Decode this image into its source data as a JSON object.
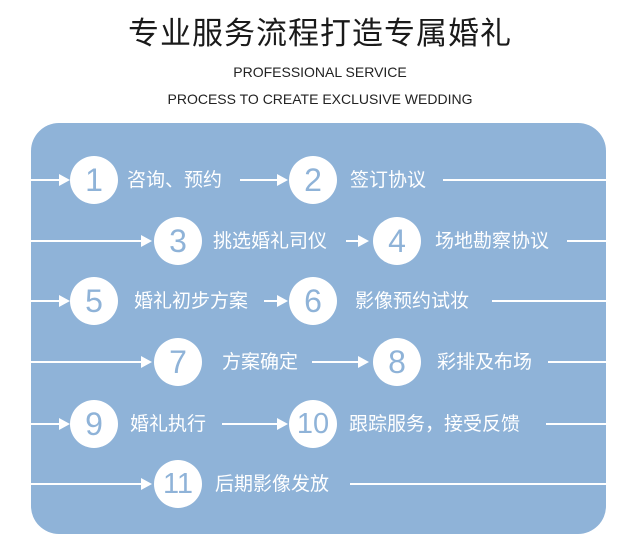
{
  "header": {
    "title": "专业服务流程打造专属婚礼",
    "subtitle_line1": "PROFESSIONAL SERVICE",
    "subtitle_line2": "PROCESS TO CREATE EXCLUSIVE WEDDING"
  },
  "steps": [
    {
      "number": "1",
      "label": "咨询、预约"
    },
    {
      "number": "2",
      "label": "签订协议"
    },
    {
      "number": "3",
      "label": "挑选婚礼司仪"
    },
    {
      "number": "4",
      "label": "场地勘察协议"
    },
    {
      "number": "5",
      "label": "婚礼初步方案"
    },
    {
      "number": "6",
      "label": "影像预约试妆"
    },
    {
      "number": "7",
      "label": "方案确定"
    },
    {
      "number": "8",
      "label": "彩排及布场"
    },
    {
      "number": "9",
      "label": "婚礼执行"
    },
    {
      "number": "10",
      "label": "跟踪服务，接受反馈"
    },
    {
      "number": "11",
      "label": "后期影像发放"
    }
  ],
  "colors": {
    "panel": "#8fb3d8",
    "number_text": "#8fb3d8",
    "title_text": "#1a1a1a",
    "line": "#ffffff"
  }
}
